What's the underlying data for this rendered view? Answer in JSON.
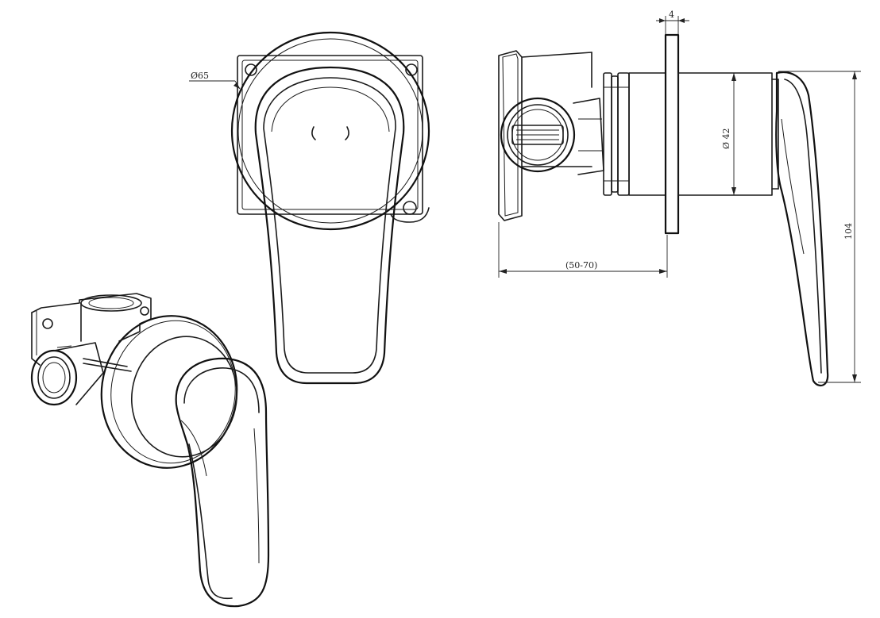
{
  "dimensions": {
    "dia_65": "Ø65",
    "thickness_4": "4",
    "range_50_70": "(50-70)",
    "dia_42": "Ø 42",
    "height_104": "104"
  },
  "colors": {
    "ink": "#1a1a1a",
    "background": "#ffffff"
  }
}
